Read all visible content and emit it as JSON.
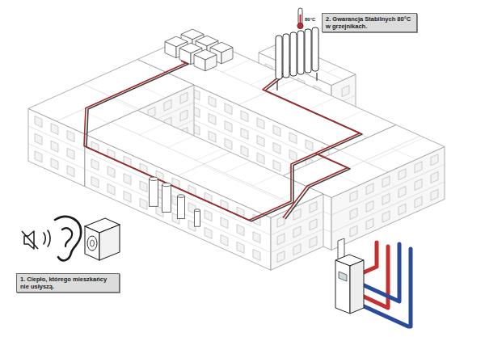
{
  "diagram": {
    "nodes": [
      {
        "text": [
          "2. Gwarancja Stabilnych 80°C w grzejnikach."
        ]
      },
      {
        "text": [
          "1. Ciepło, którego mieszkańcy nie usłyszą."
        ]
      }
    ],
    "labels": [
      "80°C"
    ]
  }
}
